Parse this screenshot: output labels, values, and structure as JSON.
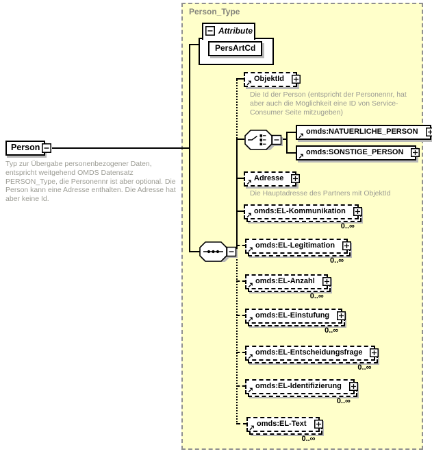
{
  "diagram": {
    "type_label": "Person_Type"
  },
  "root_element": {
    "label": "Person",
    "description": "Typ zur Übergabe personenbezogener Daten, entspricht weitgehend OMDS Datensatz PERSON_Type, die Personennr ist aber optional. Die Person kann eine Adresse enthalten. Die Adresse hat aber keine Id."
  },
  "attributes": {
    "section_label": "Attribute",
    "items": [
      {
        "name": "PersArtCd"
      }
    ]
  },
  "children": [
    {
      "name": "ObjektId",
      "description": "Die Id der Person (entspricht der Personennr, hat aber auch die Möglichkeit eine ID von Service-Consumer Seite mitzugeben)"
    },
    {
      "choice": [
        {
          "name": "omds:NATUERLICHE_PERSON"
        },
        {
          "name": "omds:SONSTIGE_PERSON"
        }
      ]
    },
    {
      "name": "Adresse",
      "description": "Die Hauptadresse des Partners mit ObjektId"
    },
    {
      "name": "omds:EL-Kommunikation",
      "occurs": "0..∞"
    },
    {
      "name": "omds:EL-Legitimation",
      "occurs": "0..∞"
    },
    {
      "name": "omds:EL-Anzahl",
      "occurs": "0..∞"
    },
    {
      "name": "omds:EL-Einstufung",
      "occurs": "0..∞"
    },
    {
      "name": "omds:EL-Entscheidungsfrage",
      "occurs": "0..∞"
    },
    {
      "name": "omds:EL-Identifizierung",
      "occurs": "0..∞"
    },
    {
      "name": "omds:EL-Text",
      "occurs": "0..∞"
    }
  ],
  "colors": {
    "container_fill": "#ffffca",
    "container_border": "#8f8f8f",
    "shadow": "#b9b9b9",
    "description_text": "#9c9c94"
  }
}
